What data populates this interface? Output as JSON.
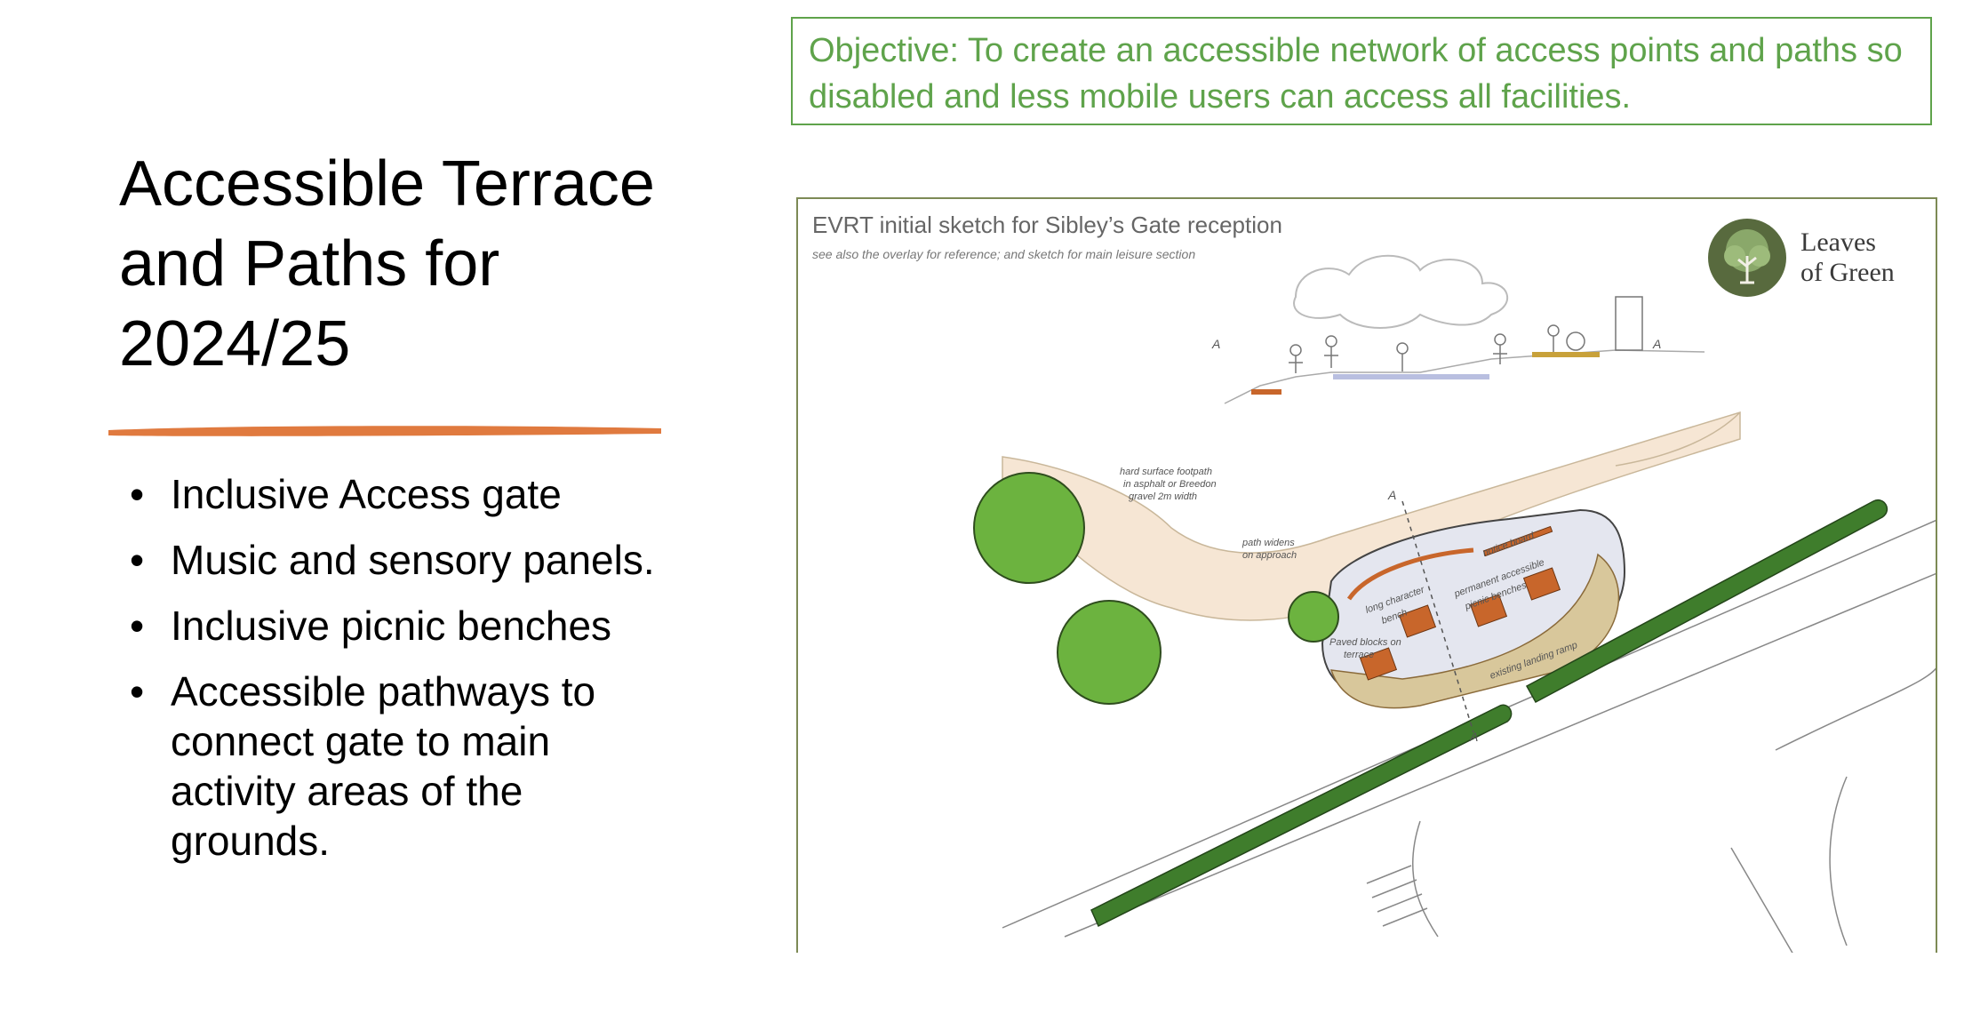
{
  "slide": {
    "title": "Accessible Terrace and Paths for 2024/25",
    "bullets": [
      "Inclusive Access gate",
      "Music and sensory panels.",
      "Inclusive picnic benches",
      "Accessible pathways to connect gate to main activity areas of the grounds."
    ],
    "objective": "Objective: To create an accessible network of access points and paths so disabled and less mobile users can access all facilities."
  },
  "sketch": {
    "title": "EVRT initial sketch for Sibley’s Gate reception",
    "subtitle": "see also the overlay for reference; and sketch for main leisure section",
    "logo_line1": "Leaves",
    "logo_line2": "of Green",
    "labels": {
      "section_a": "A",
      "footpath_1": "hard surface footpath",
      "footpath_2": "in asphalt or Breedon",
      "footpath_3": "gravel 2m width",
      "widens_1": "path widens",
      "widens_2": "on approach",
      "notice": "notice board",
      "bench_1": "long character",
      "bench_2": "bench",
      "picnic_1": "permanent accessible",
      "picnic_2": "picnic benches",
      "paved_1": "Paved blocks on",
      "paved_2": "terrace",
      "ramp": "existing landing ramp"
    }
  },
  "colors": {
    "accent_green": "#5fa34b",
    "underline_orange": "#e07a3f",
    "tree_green": "#6cb33f",
    "hedge_green": "#3f7d2c",
    "path_beige": "#f6e6d4",
    "terrace_grey": "#e4e6ef",
    "ramp_tan": "#d8c79b",
    "bench_orange": "#c8662b"
  }
}
